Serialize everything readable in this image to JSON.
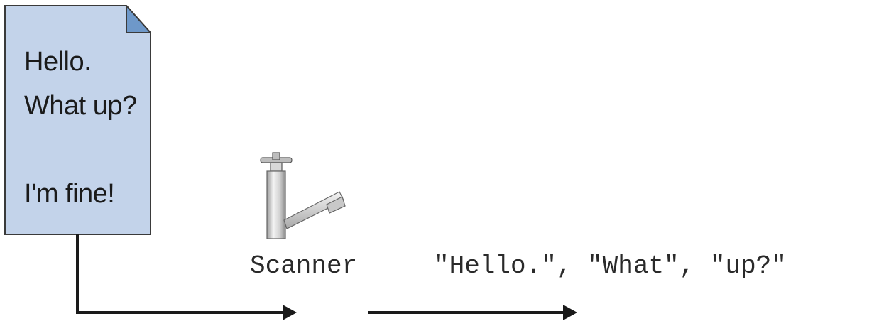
{
  "document": {
    "lines": [
      "Hello.",
      "What up?",
      "",
      "I'm fine!"
    ]
  },
  "scanner": {
    "label": "Scanner"
  },
  "tokens": {
    "text": "\"Hello.\",  \"What\",  \"up?\""
  },
  "colors": {
    "page_fill": "#c3d3ea",
    "page_border": "#3a3a3a",
    "corner_fold": "#6e98c9",
    "arrow": "#1a1a1a"
  },
  "icons": {
    "document": "document-icon",
    "faucet": "faucet-icon"
  }
}
